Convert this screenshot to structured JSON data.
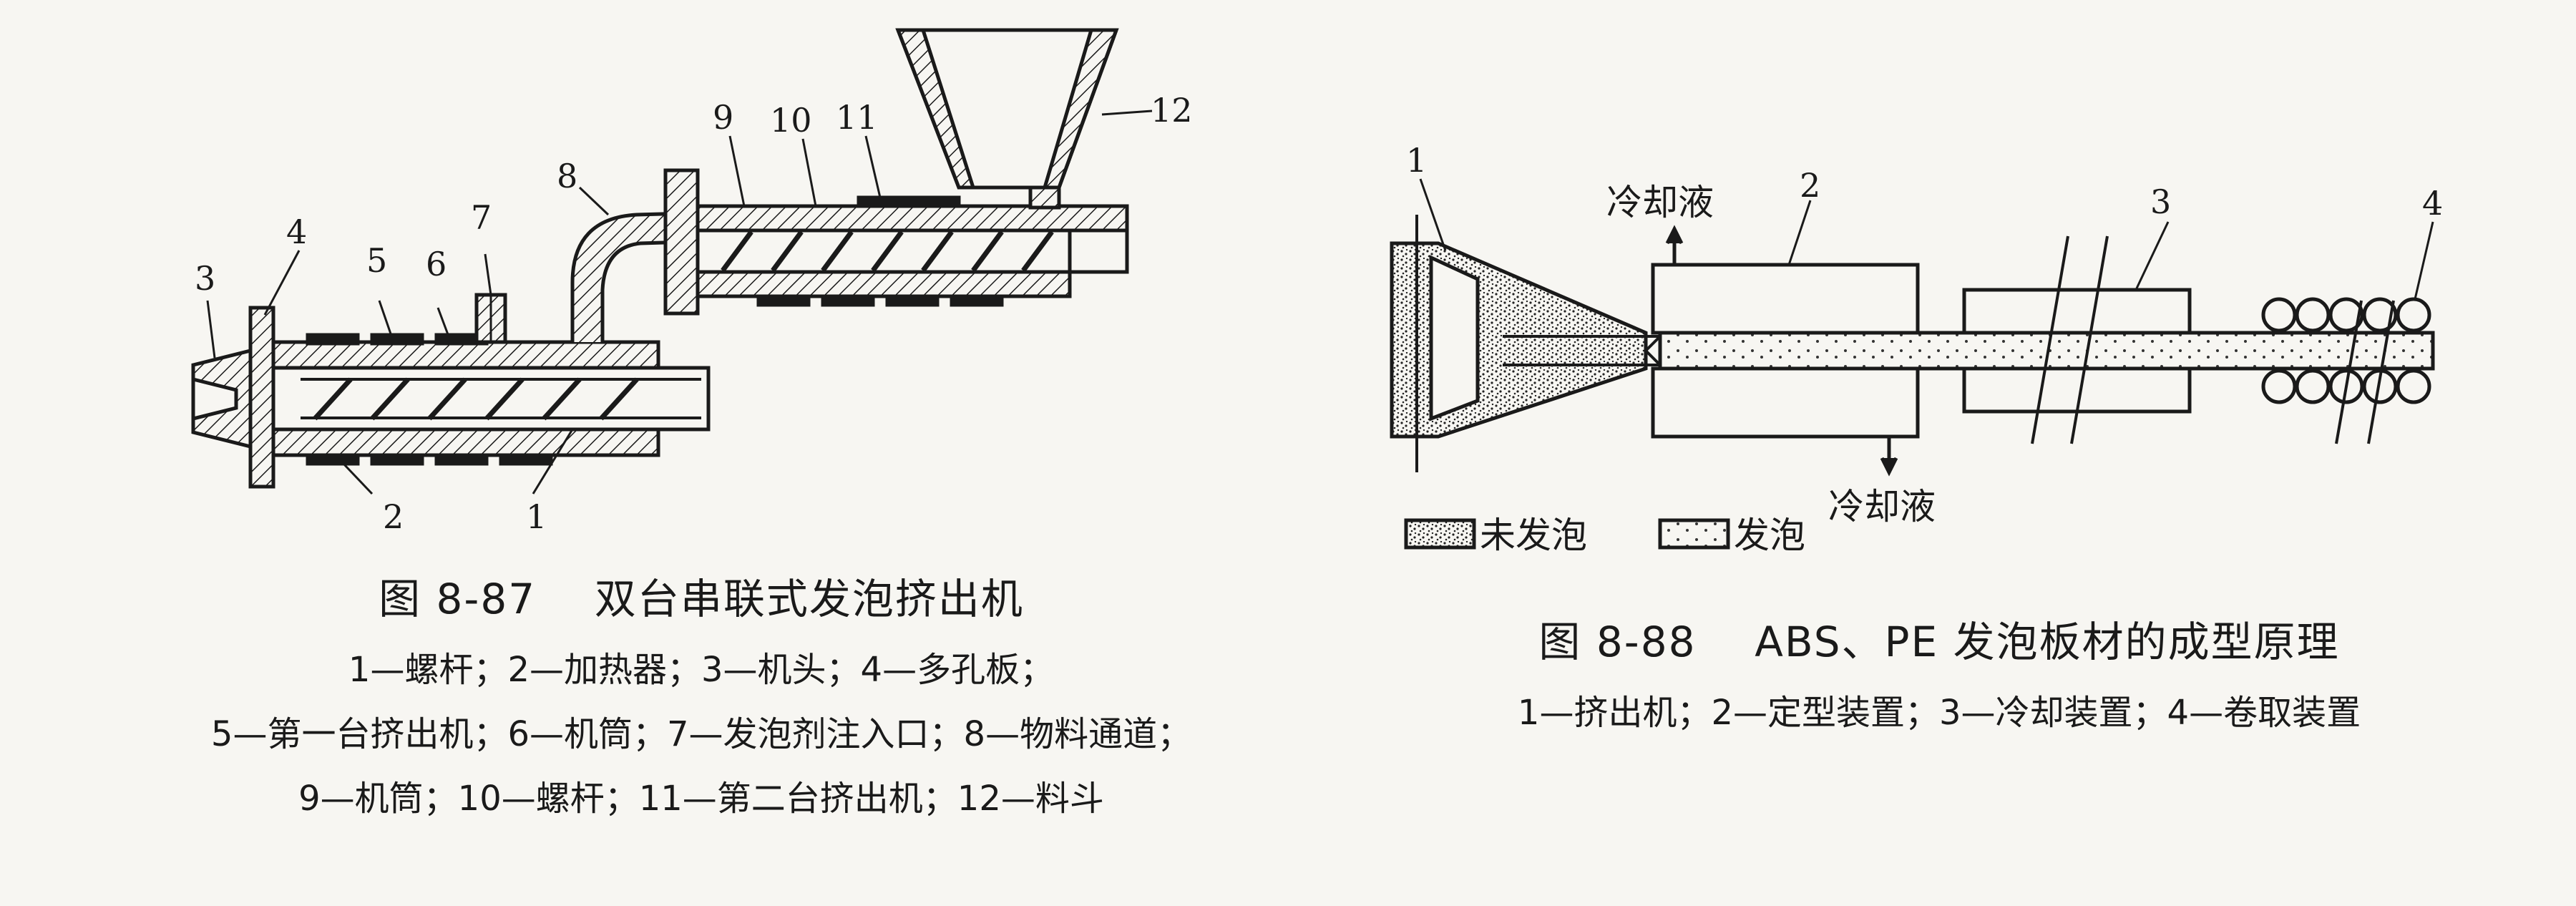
{
  "figure_left": {
    "number": "图 8-87",
    "title": "双台串联式发泡挤出机",
    "legend_lines": [
      "1—螺杆；2—加热器；3—机头；4—多孔板；",
      "5—第一台挤出机；6—机筒；7—发泡剂注入口；8—物料通道；",
      "9—机筒；10—螺杆；11—第二台挤出机；12—料斗"
    ],
    "callouts": [
      "1",
      "2",
      "3",
      "4",
      "5",
      "6",
      "7",
      "8",
      "9",
      "10",
      "11",
      "12"
    ]
  },
  "figure_right": {
    "number": "图 8-88",
    "title": "ABS、PE 发泡板材的成型原理",
    "legend_line": "1—挤出机；2—定型装置；3—冷却装置；4—卷取装置",
    "callouts": [
      "1",
      "2",
      "3",
      "4"
    ],
    "coolant_top": "冷却液",
    "coolant_bottom": "冷却液",
    "key_unfoamed": "未发泡",
    "key_foamed": "发泡"
  }
}
